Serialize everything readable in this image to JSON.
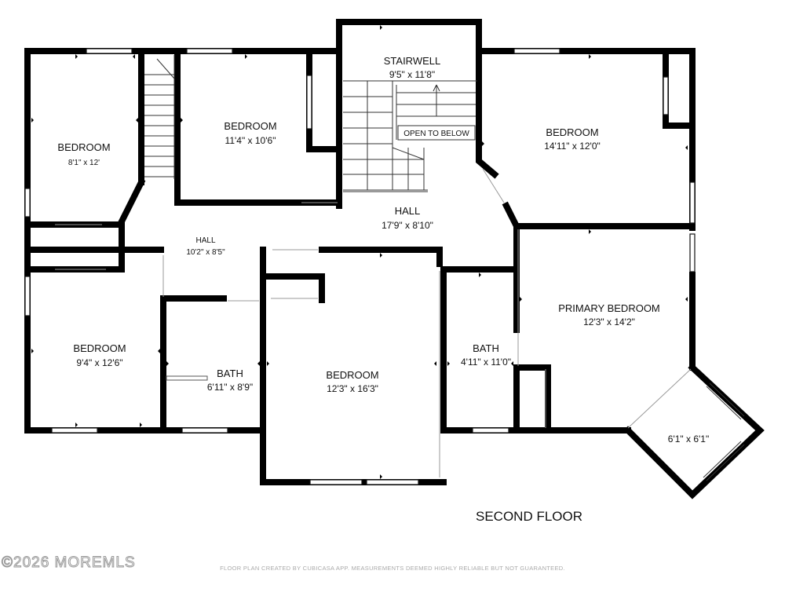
{
  "floor_label": "SECOND FLOOR",
  "watermark": "©2026 MOREMLS",
  "disclaimer": "FLOOR PLAN CREATED BY CUBICASA APP. MEASUREMENTS DEEMED HIGHLY RELIABLE BUT NOT GUARANTEED.",
  "rooms": {
    "bedroom_nw": {
      "name": "BEDROOM",
      "dims": "8'1\" x 12'"
    },
    "bedroom_n": {
      "name": "BEDROOM",
      "dims": "11'4\" x 10'6\""
    },
    "stairwell": {
      "name": "STAIRWELL",
      "dims": "9'5\" x 11'8\""
    },
    "open_to_below": {
      "name": "OPEN TO BELOW"
    },
    "bedroom_ne": {
      "name": "BEDROOM",
      "dims": "14'11\" x 12'0\""
    },
    "hall_main": {
      "name": "HALL",
      "dims": "17'9\" x 8'10\""
    },
    "hall_small": {
      "name": "HALL",
      "dims": "10'2\" x 8'5\""
    },
    "bedroom_sw": {
      "name": "BEDROOM",
      "dims": "9'4\" x 12'6\""
    },
    "bath_w": {
      "name": "BATH",
      "dims": "6'11\" x 8'9\""
    },
    "bedroom_s": {
      "name": "BEDROOM",
      "dims": "12'3\" x 16'3\""
    },
    "bath_e": {
      "name": "BATH",
      "dims": "4'11\" x 11'0\""
    },
    "primary_bedroom": {
      "name": "PRIMARY BEDROOM",
      "dims": "12'3\" x 14'2\""
    },
    "bay_alcove": {
      "dims": "6'1\" x 6'1\""
    }
  }
}
